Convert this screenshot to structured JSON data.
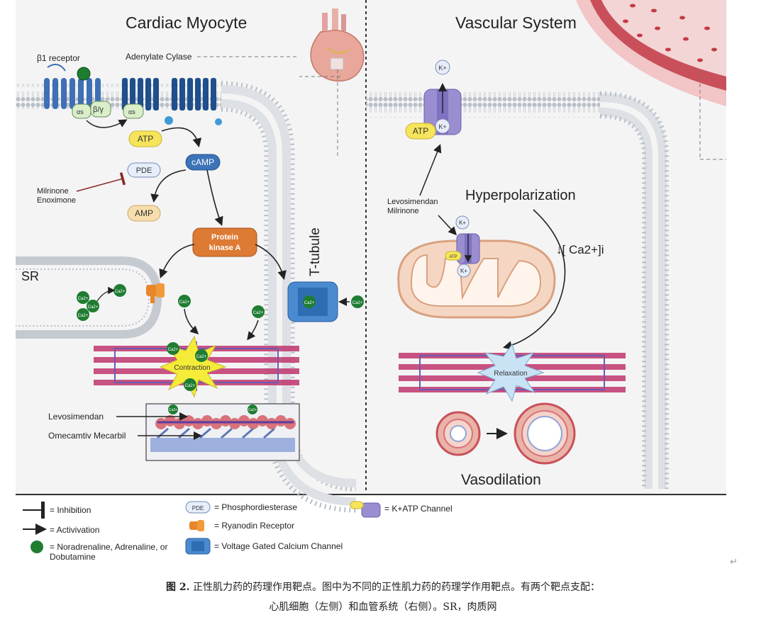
{
  "panels": {
    "left_title": "Cardiac Myocyte",
    "right_title": "Vascular System"
  },
  "labels": {
    "beta1": "β1 receptor",
    "adenylate": "Adenylate Cylase",
    "alpha_s": "αs",
    "beta_gamma": "β/γ",
    "alpha_s2": "αs",
    "atp": "ATP",
    "camp": "cAMP",
    "pde": "PDE",
    "amp": "AMP",
    "milrinone": "Milrinone",
    "enoximone": "Enoximone",
    "pka_line1": "Protein",
    "pka_line2": "kinase A",
    "sr": "SR",
    "ttubule": "T-tubule",
    "ca": "Ca2+",
    "contraction": "Contraction",
    "levosimendan": "Levosimendan",
    "omecamtiv": "Omecamtiv Mecarbil",
    "kplus": "K+",
    "atp_right": "ATP",
    "levo_right": "Levosimendan",
    "milrinone_right": "Milrinone",
    "hyperpolarization": "Hyperpolarization",
    "ca_decrease": "↓[ Ca2+]i",
    "relaxation": "Relaxation",
    "vasodilation": "Vasodilation",
    "atp_small": "ATP"
  },
  "legend": {
    "inhibition": "= Inhibition",
    "activation": "= Activivation",
    "agonists_line1": "= Noradrenaline, Adrenaline, or",
    "agonists_line2": "Dobutamine",
    "pde_chip": "PDE",
    "phosphodiesterase": "= Phosphordiesterase",
    "ryanodine": "= Ryanodin Receptor",
    "vgcc": "= Voltage Gated Calcium Channel",
    "katp": "= K+ATP Channel"
  },
  "caption": {
    "fig_label": "图 2.",
    "line1": "正性肌力药的药理作用靶点。图中为不同的正性肌力药的药理学作用靶点。有两个靶点支配：",
    "line2": "心肌细胞（左侧）和血管系统（右侧）。SR，肉质网",
    "return_mark": "↵"
  },
  "colors": {
    "membrane_head": "#b9bfc7",
    "receptor_blue": "#3f6fb5",
    "adenylate_blue": "#1f4f8c",
    "agonist_green": "#1f7d32",
    "atp_yellow": "#f6e55a",
    "camp_blue": "#3d74b8",
    "pka_orange": "#dd7a33",
    "katp_purple": "#9a8ed0",
    "vessel_red": "#c9505a",
    "muscle_pink": "#c0356d"
  }
}
